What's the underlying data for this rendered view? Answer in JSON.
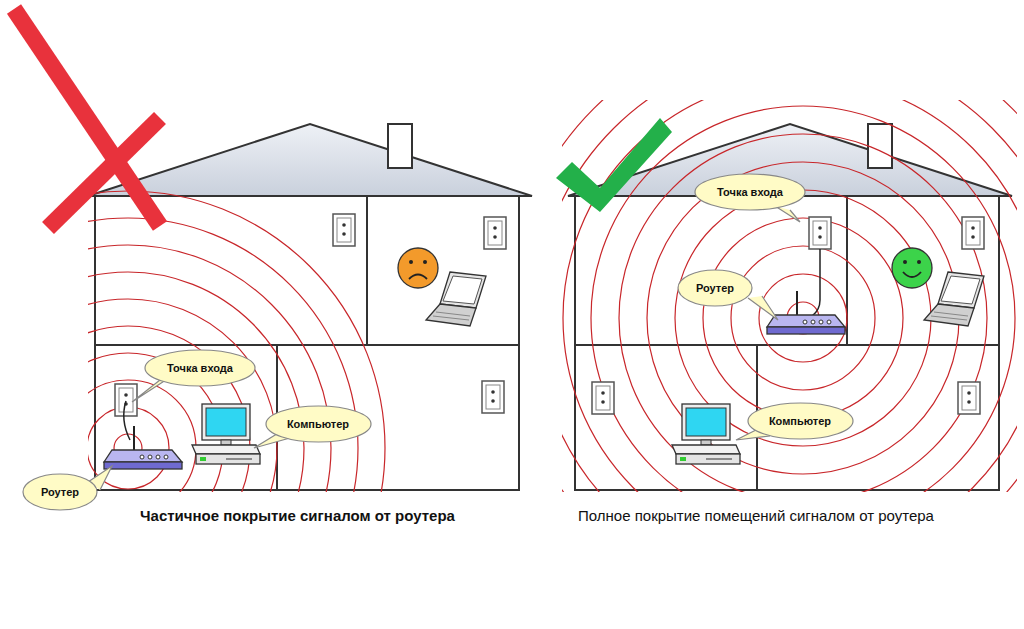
{
  "diagram": {
    "nodes": [
      {
        "text": [
          "Точка входа"
        ]
      },
      {
        "text": [
          "Компьютер"
        ]
      },
      {
        "text": [
          "Роутер"
        ]
      },
      {
        "text": [
          "Точка входа"
        ]
      },
      {
        "text": [
          "Роутер"
        ]
      },
      {
        "text": [
          "Компьютер"
        ]
      }
    ],
    "labels": [
      "Частичное покрытие сигналом от роутера",
      "Полное покрытие помещений сигналом от роутера"
    ]
  }
}
